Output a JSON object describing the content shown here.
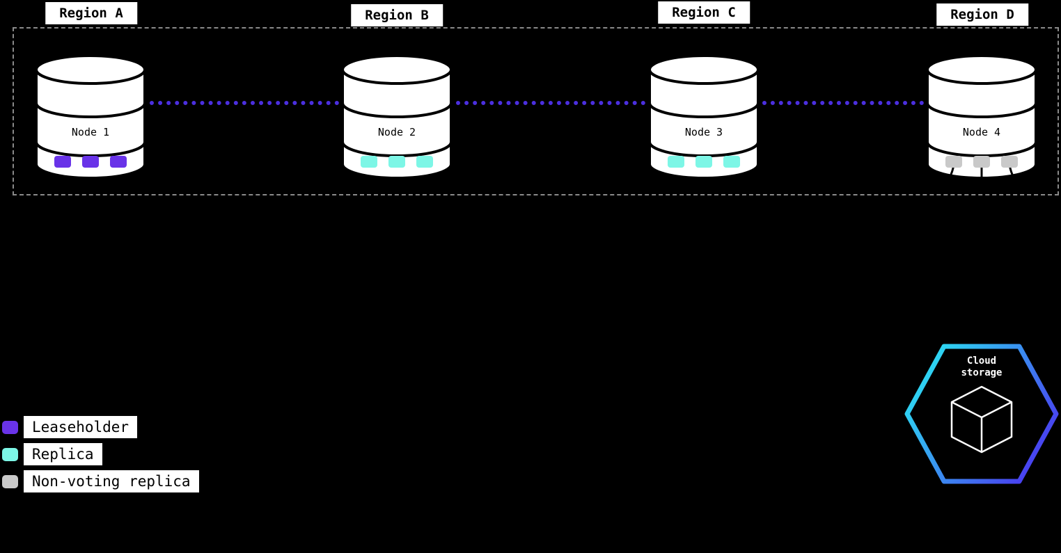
{
  "colors": {
    "leaseholder": "#6933e8",
    "replica": "#7df6e6",
    "nonvoting": "#c9c9c9",
    "line": "#4b2fe0",
    "dashed-border": "#8a8a8a",
    "hex-grad-start": "#2be4f2",
    "hex-grad-end": "#4b33f0"
  },
  "regions": [
    {
      "label": "Region A"
    },
    {
      "label": "Region B"
    },
    {
      "label": "Region C"
    },
    {
      "label": "Region D"
    }
  ],
  "nodes": [
    {
      "label": "Node 1",
      "type": "leaseholder"
    },
    {
      "label": "Node 2",
      "type": "replica"
    },
    {
      "label": "Node 3",
      "type": "replica"
    },
    {
      "label": "Node 4",
      "type": "nonvoting"
    }
  ],
  "legend": [
    {
      "label": "Leaseholder",
      "type": "leaseholder"
    },
    {
      "label": "Replica",
      "type": "replica"
    },
    {
      "label": "Non-voting replica",
      "type": "nonvoting"
    }
  ],
  "cloud_storage": {
    "label_line1": "Cloud",
    "label_line2": "storage"
  }
}
